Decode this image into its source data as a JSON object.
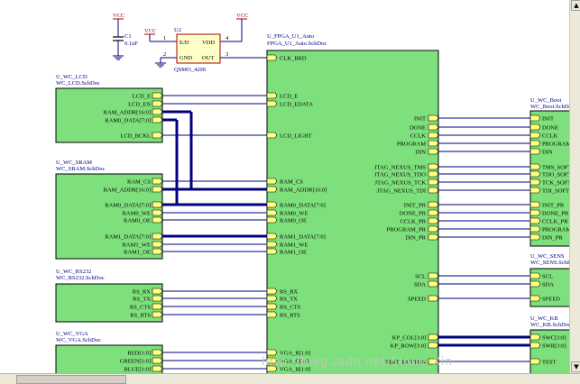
{
  "colors": {
    "sheet_fill": "#7ee07c",
    "sheet_border": "#000000",
    "port_fill": "#ffff80",
    "wire": "#000080",
    "power": "#aa0000",
    "label": "#000080",
    "text": "#000000"
  },
  "power_area": {
    "vcc_labels": [
      "VCC",
      "VCC",
      "VCC"
    ],
    "capacitor": {
      "ref": "C1",
      "value": "0.1uF"
    },
    "oscillator": {
      "ref": "U2",
      "part": "QSMO_4200",
      "pins": [
        "1",
        "2",
        "3",
        "4"
      ],
      "pin_names": [
        "E/D",
        "VDD",
        "GND",
        "OUT"
      ]
    }
  },
  "fpga": {
    "designator": "U_FPGA_U1_Auto",
    "filename": "FPGA_U1_Auto.SchDoc",
    "left_ports": [
      "CLK_BRD",
      "LCD_E",
      "LCD_EDATA",
      "LCD_LIGHT",
      "RAM_CS",
      "RAM_ADDR[16:0]",
      "RAM0_DATA[7:0]",
      "RAM0_WE",
      "RAM0_OE",
      "RAM1_DATA[7:0]",
      "RAM1_WE",
      "RAM1_OE",
      "RS_RX",
      "RS_TX",
      "RS_CTS",
      "RS_RTS",
      "VGA_R[1:0]",
      "VGA_G[1:0]",
      "VGA_B[1:0]"
    ],
    "right_ports": [
      "INIT",
      "DONE",
      "CCLK",
      "PROGRAM",
      "DIN",
      "JTAG_NEXUS_TMS",
      "JTAG_NEXUS_TDO",
      "JTAG_NEXUS_TCK",
      "JTAG_NEXUS_TDI",
      "INIT_PR",
      "DONE_PR",
      "CCLK_PR",
      "PROGRAM_PR",
      "DIN_PR",
      "SCL",
      "SDA",
      "SPEED",
      "KP_COL[3:0]",
      "KP_ROW[3:0]",
      "TEST_BUTTON"
    ]
  },
  "sheets": [
    {
      "designator": "U_WC_LCD",
      "filename": "WC_LCD.SchDoc",
      "ports": [
        "LCD_E",
        "LCD_EN",
        "RAM_ADDR[16:0]",
        "RAM0_DATA[7:0]",
        "LCD_BCKL"
      ]
    },
    {
      "designator": "U_WC_SRAM",
      "filename": "WC_SRAM.SchDoc",
      "ports": [
        "RAM_CS",
        "RAM_ADDR[16:0]",
        "RAM0_DATA[7:0]",
        "RAM0_WE",
        "RAM0_OE",
        "RAM1_DATA[7:0]",
        "RAM1_WE",
        "RAM1_OE"
      ]
    },
    {
      "designator": "U_WC_RS232",
      "filename": "WC_RS232.SchDoc",
      "ports": [
        "RS_RX",
        "RS_TX",
        "RS_CTS",
        "RS_RTS"
      ]
    },
    {
      "designator": "U_WC_VGA",
      "filename": "WC_VGA.SchDoc",
      "ports": [
        "RED[1:0]",
        "GREEN[1:0]",
        "BLUE[1:0]"
      ]
    },
    {
      "designator": "U_WC_Boot",
      "filename": "WC_Boot.SchDoc",
      "ports": [
        "INIT",
        "DONE",
        "CCLK",
        "PROGRAM",
        "DIN",
        "TMS_SOFT",
        "TDO_SOFT",
        "TCK_SOFT",
        "TDI_SOFT",
        "INIT_PR",
        "DONE_PR",
        "CCLK_PR",
        "PROGRAM_PR",
        "DIN_PR"
      ]
    },
    {
      "designator": "U_WC_SENS",
      "filename": "WC_SENS.SchDoc",
      "ports": [
        "SCL",
        "SDA",
        "SPEED"
      ]
    },
    {
      "designator": "U_WC_KB",
      "filename": "WC_KB.SchDoc",
      "ports": [
        "SWC[3:0]",
        "SWR[3:0]",
        "TEST"
      ]
    }
  ],
  "watermark": "http://blog.csdn.net/Stone_Xin"
}
